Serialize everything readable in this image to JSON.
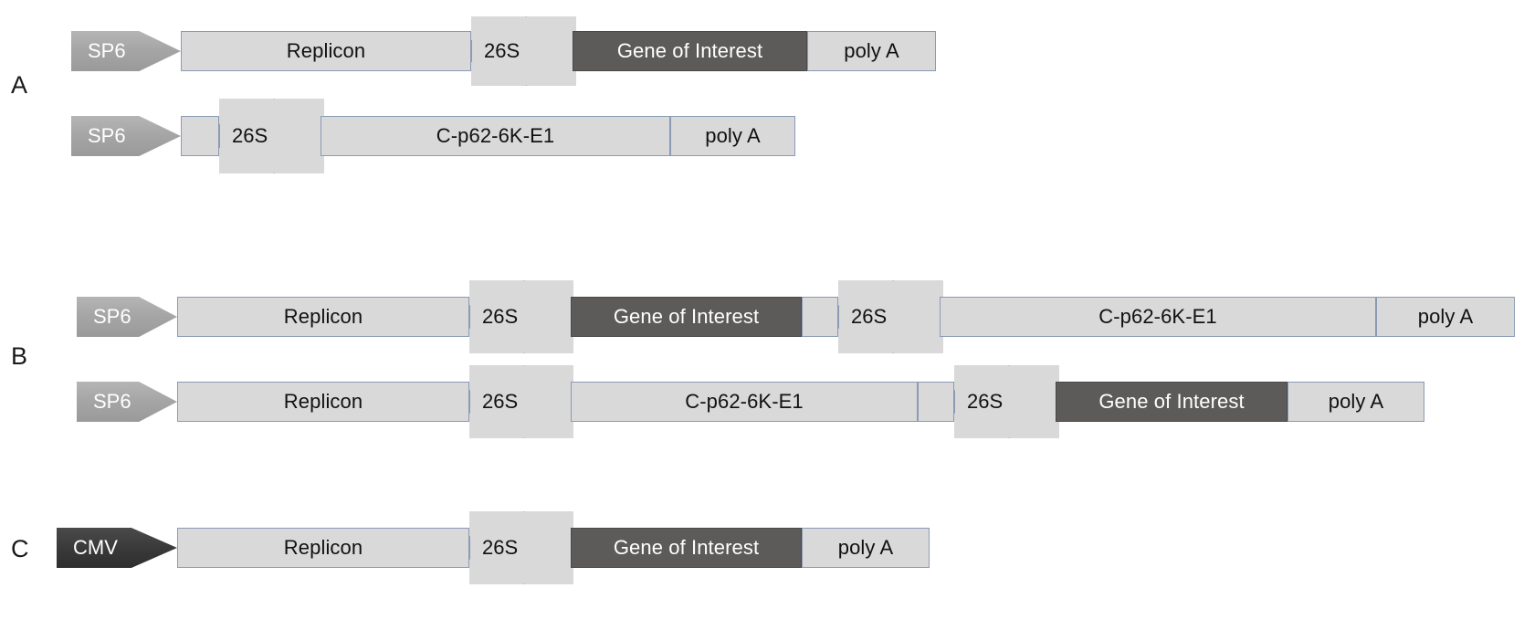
{
  "figure": {
    "type": "genetic-construct-diagram",
    "panels": [
      {
        "label": "A",
        "constructs": [
          {
            "name": "replicon-helper-construct-1",
            "segments": [
              {
                "kind": "promoter",
                "label": "SP6",
                "color": "#a6a6a6",
                "text_color": "#ffffff"
              },
              {
                "kind": "gene",
                "label": "Replicon",
                "color": "#d9d9d9",
                "text_color": "#111111"
              },
              {
                "kind": "sgpromoter",
                "label": "26S",
                "color": "#d9d9d9",
                "text_color": "#111111"
              },
              {
                "kind": "gene",
                "label": "Gene of Interest",
                "color": "#5d5a5a",
                "text_color": "#ffffff"
              },
              {
                "kind": "gene",
                "label": "poly A",
                "color": "#d9d9d9",
                "text_color": "#111111"
              }
            ]
          },
          {
            "name": "structural-helper-construct-1",
            "segments": [
              {
                "kind": "promoter",
                "label": "SP6",
                "color": "#a6a6a6",
                "text_color": "#ffffff"
              },
              {
                "kind": "spacer",
                "label": "",
                "color": "#d9d9d9",
                "text_color": "#111111"
              },
              {
                "kind": "sgpromoter",
                "label": "26S",
                "color": "#d9d9d9",
                "text_color": "#111111"
              },
              {
                "kind": "gene",
                "label": "C-p62-6K-E1",
                "color": "#d9d9d9",
                "text_color": "#111111"
              },
              {
                "kind": "gene",
                "label": "poly A",
                "color": "#d9d9d9",
                "text_color": "#111111"
              }
            ]
          }
        ]
      },
      {
        "label": "B",
        "constructs": [
          {
            "name": "single-vector-goi-first",
            "segments": [
              {
                "kind": "promoter",
                "label": "SP6",
                "color": "#a6a6a6",
                "text_color": "#ffffff"
              },
              {
                "kind": "gene",
                "label": "Replicon",
                "color": "#d9d9d9",
                "text_color": "#111111"
              },
              {
                "kind": "sgpromoter",
                "label": "26S",
                "color": "#d9d9d9",
                "text_color": "#111111"
              },
              {
                "kind": "gene",
                "label": "Gene of Interest",
                "color": "#5d5a5a",
                "text_color": "#ffffff"
              },
              {
                "kind": "spacer",
                "label": "",
                "color": "#d9d9d9",
                "text_color": "#111111"
              },
              {
                "kind": "sgpromoter",
                "label": "26S",
                "color": "#d9d9d9",
                "text_color": "#111111"
              },
              {
                "kind": "gene",
                "label": "C-p62-6K-E1",
                "color": "#d9d9d9",
                "text_color": "#111111"
              },
              {
                "kind": "gene",
                "label": "poly A",
                "color": "#d9d9d9",
                "text_color": "#111111"
              }
            ]
          },
          {
            "name": "single-vector-structural-first",
            "segments": [
              {
                "kind": "promoter",
                "label": "SP6",
                "color": "#a6a6a6",
                "text_color": "#ffffff"
              },
              {
                "kind": "gene",
                "label": "Replicon",
                "color": "#d9d9d9",
                "text_color": "#111111"
              },
              {
                "kind": "sgpromoter",
                "label": "26S",
                "color": "#d9d9d9",
                "text_color": "#111111"
              },
              {
                "kind": "gene",
                "label": "C-p62-6K-E1",
                "color": "#d9d9d9",
                "text_color": "#111111"
              },
              {
                "kind": "spacer",
                "label": "",
                "color": "#d9d9d9",
                "text_color": "#111111"
              },
              {
                "kind": "sgpromoter",
                "label": "26S",
                "color": "#d9d9d9",
                "text_color": "#111111"
              },
              {
                "kind": "gene",
                "label": "Gene of Interest",
                "color": "#5d5a5a",
                "text_color": "#ffffff"
              },
              {
                "kind": "gene",
                "label": "poly A",
                "color": "#d9d9d9",
                "text_color": "#111111"
              }
            ]
          }
        ]
      },
      {
        "label": "C",
        "constructs": [
          {
            "name": "dna-launched-construct",
            "segments": [
              {
                "kind": "promoter",
                "label": "CMV",
                "color": "#3a3a3a",
                "text_color": "#ffffff"
              },
              {
                "kind": "gene",
                "label": "Replicon",
                "color": "#d9d9d9",
                "text_color": "#111111"
              },
              {
                "kind": "sgpromoter",
                "label": "26S",
                "color": "#d9d9d9",
                "text_color": "#111111"
              },
              {
                "kind": "gene",
                "label": "Gene of Interest",
                "color": "#5d5a5a",
                "text_color": "#ffffff"
              },
              {
                "kind": "gene",
                "label": "poly A",
                "color": "#d9d9d9",
                "text_color": "#111111"
              }
            ]
          }
        ]
      }
    ]
  },
  "labels": {
    "panel_a": "A",
    "panel_b": "B",
    "panel_c": "C",
    "sp6": "SP6",
    "cmv": "CMV",
    "replicon": "Replicon",
    "s26": "26S",
    "goi": "Gene of Interest",
    "structural": "C-p62-6K-E1",
    "polya": "poly A"
  }
}
